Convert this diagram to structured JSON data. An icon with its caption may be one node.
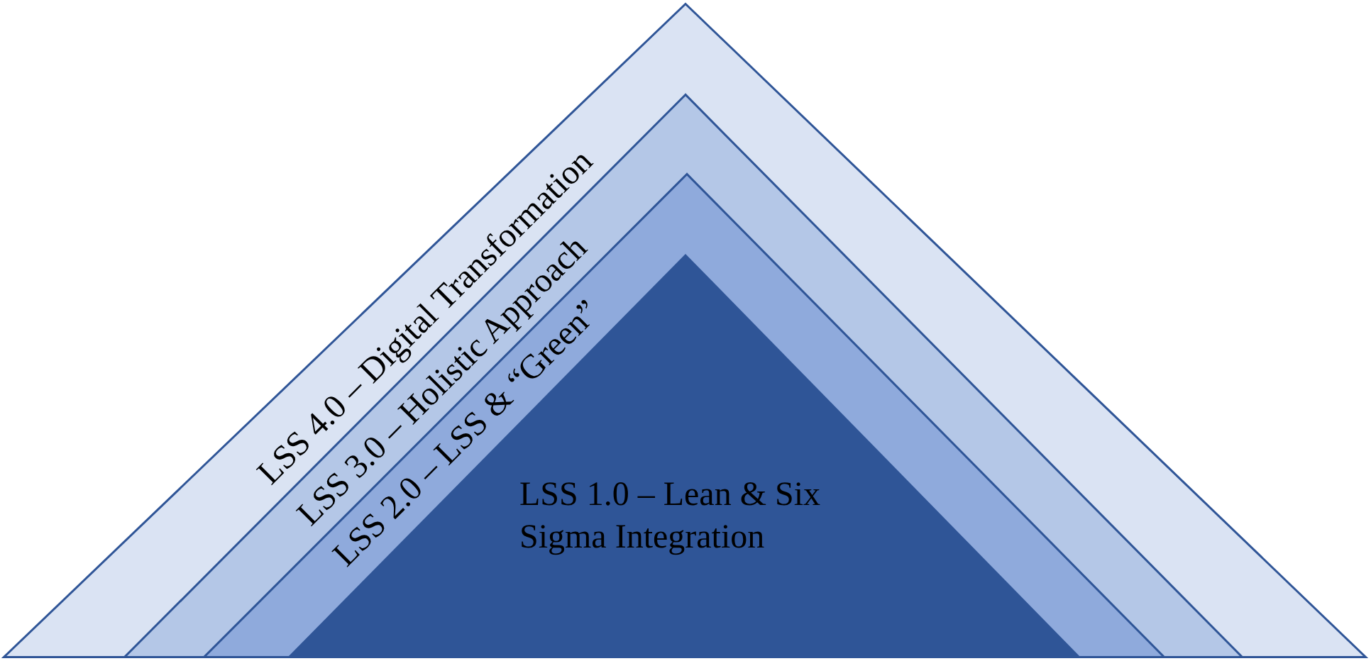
{
  "diagram": {
    "nodes": [
      {
        "text": [
          "LSS 4.0 – Digital Transformation"
        ]
      },
      {
        "text": [
          "LSS 3.0 – Holistic Approach"
        ],
        "in": 0
      },
      {
        "text": [
          "LSS 2.0 – LSS & “Green”"
        ],
        "in": 1
      },
      {
        "text": [
          "LSS 1.0 – Lean & Six Sigma Integration"
        ],
        "in": 2
      }
    ]
  }
}
